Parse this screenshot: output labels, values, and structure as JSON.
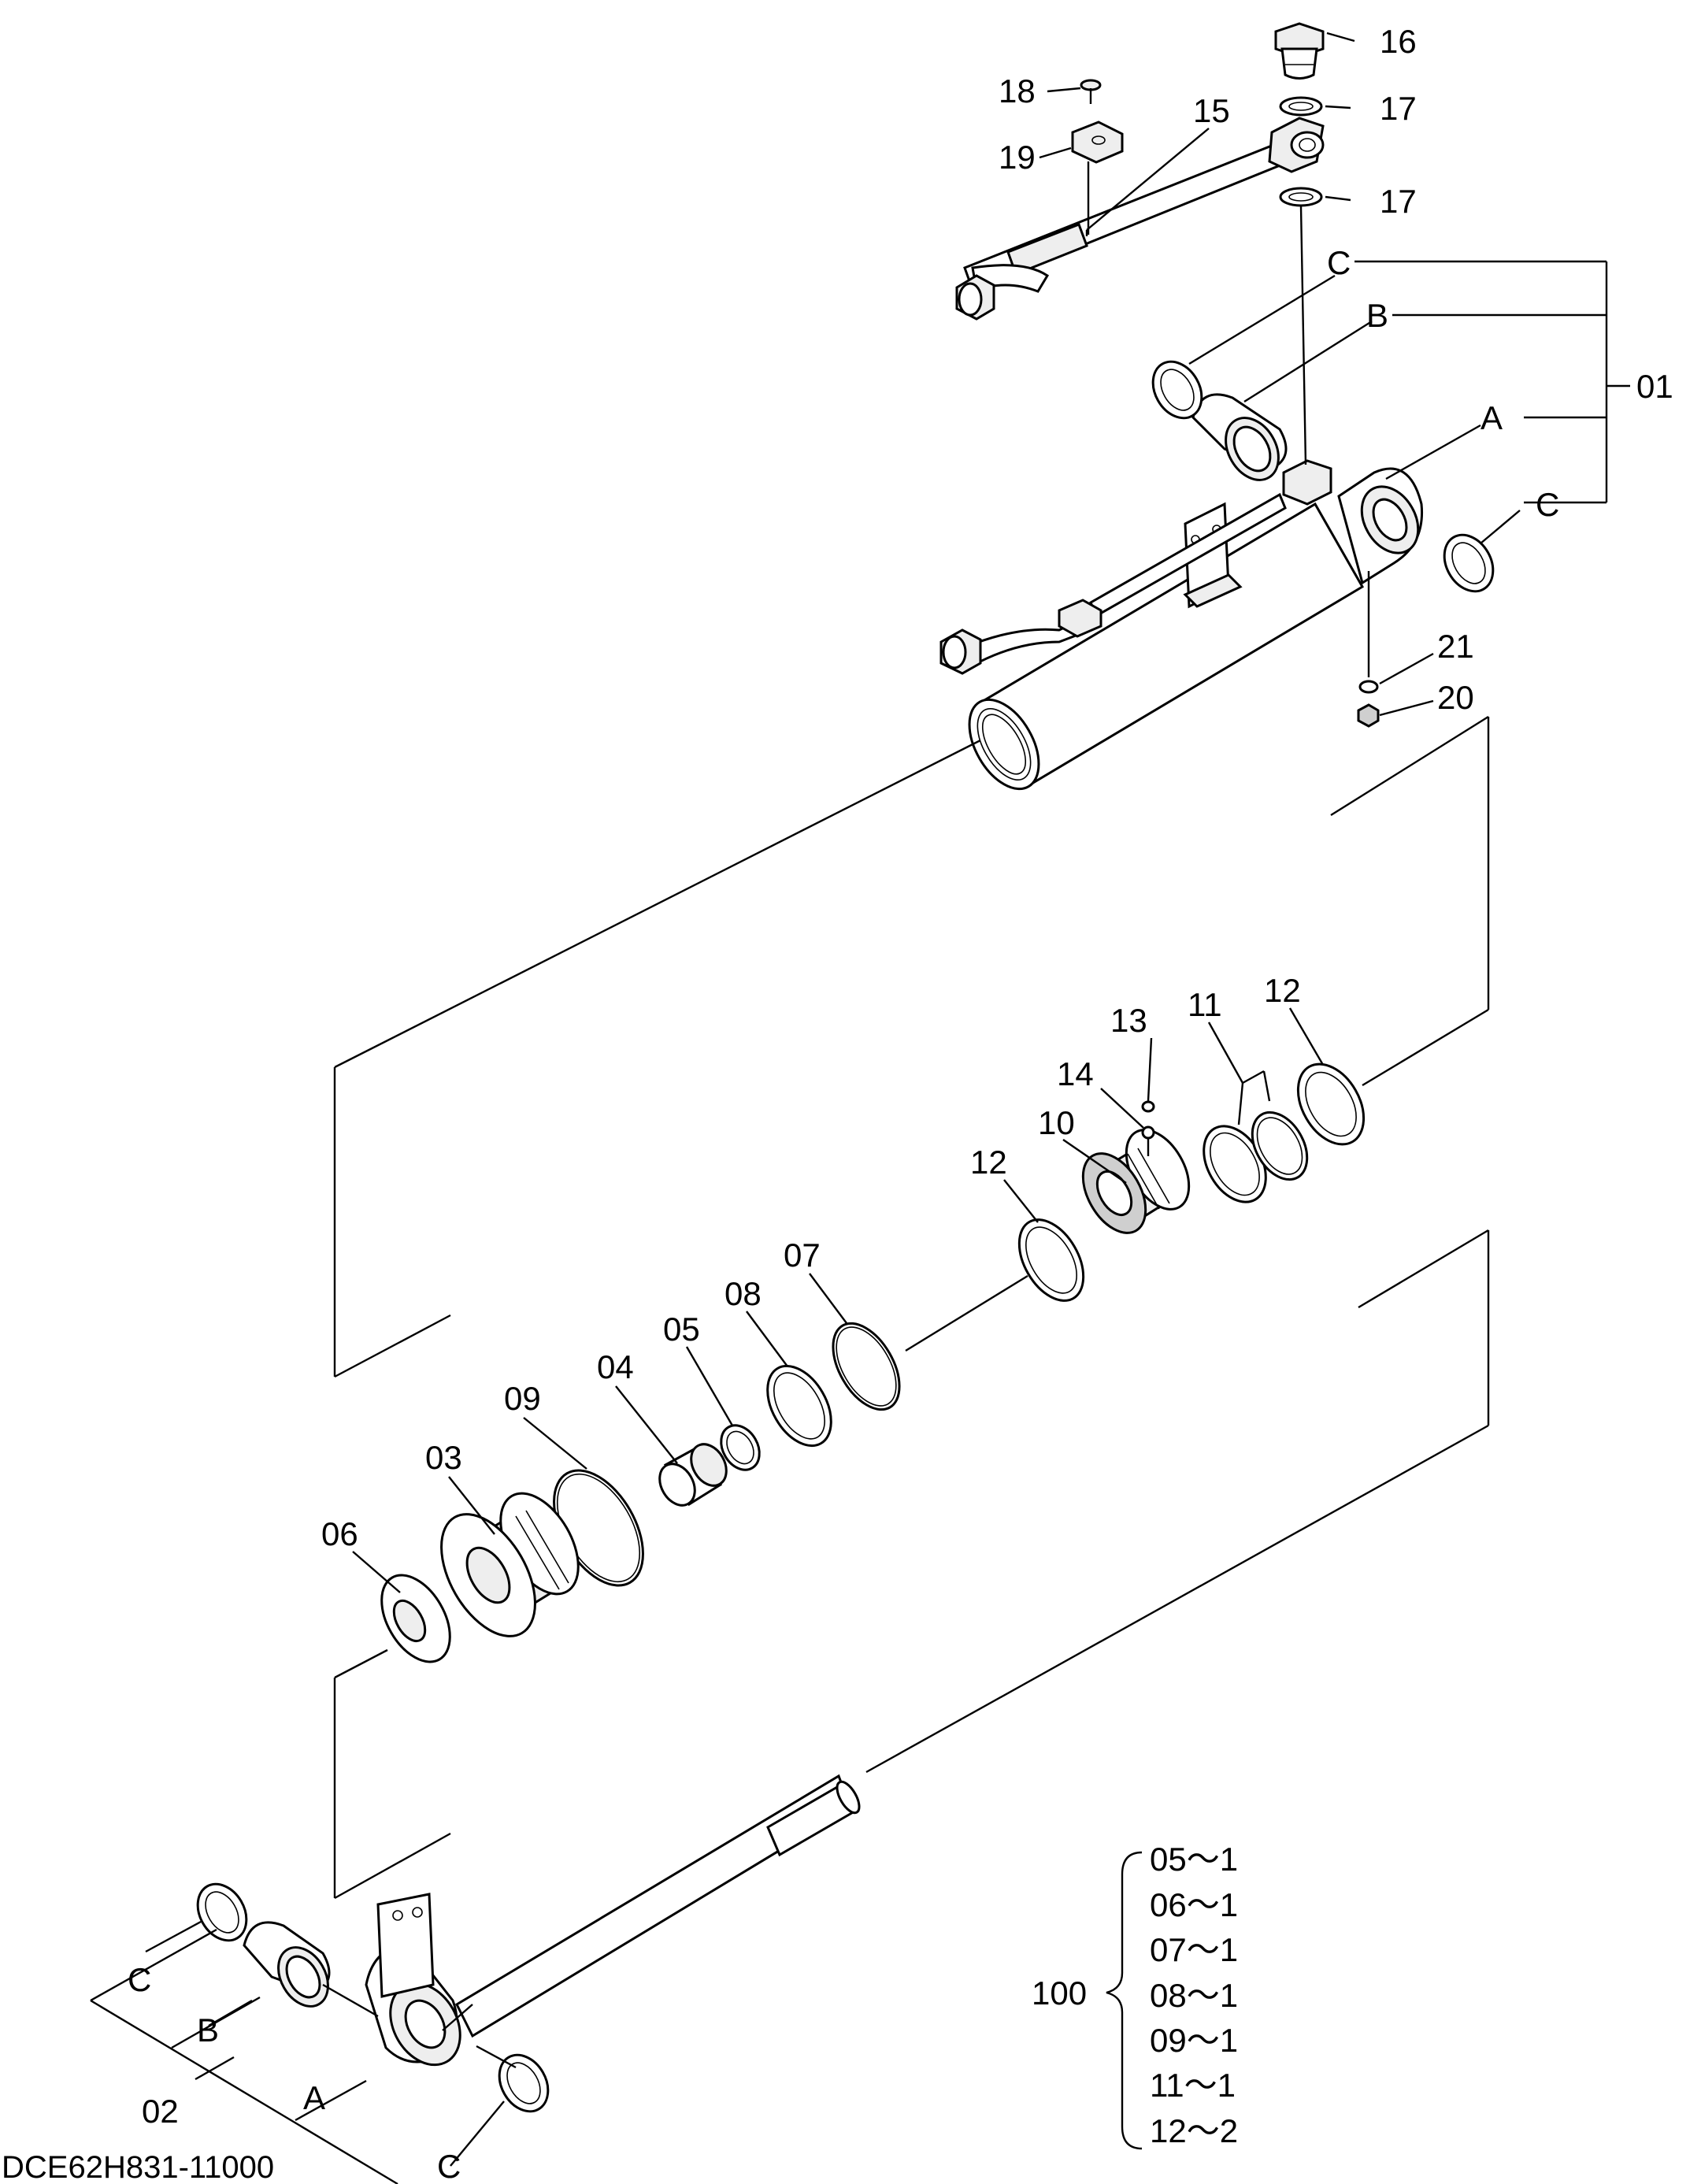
{
  "drawing": {
    "code": "DCE62H831-11000",
    "callouts": {
      "p01": "01",
      "p02": "02",
      "p03": "03",
      "p04": "04",
      "p05": "05",
      "p06": "06",
      "p07": "07",
      "p08": "08",
      "p09": "09",
      "p10": "10",
      "p11": "11",
      "p12a": "12",
      "p12b": "12",
      "p13": "13",
      "p14": "14",
      "p15": "15",
      "p16": "16",
      "p17a": "17",
      "p17b": "17",
      "p18": "18",
      "p19": "19",
      "p20": "20",
      "p21": "21"
    },
    "sub_labels": {
      "top_c1": "C",
      "top_b": "B",
      "top_a": "A",
      "top_c2": "C",
      "bot_c1": "C",
      "bot_b": "B",
      "bot_a": "A",
      "bot_c2": "C"
    },
    "kit": {
      "number": "100",
      "items": [
        "05～1",
        "06～1",
        "07～1",
        "08～1",
        "09～1",
        "11～1",
        "12～2"
      ]
    }
  }
}
